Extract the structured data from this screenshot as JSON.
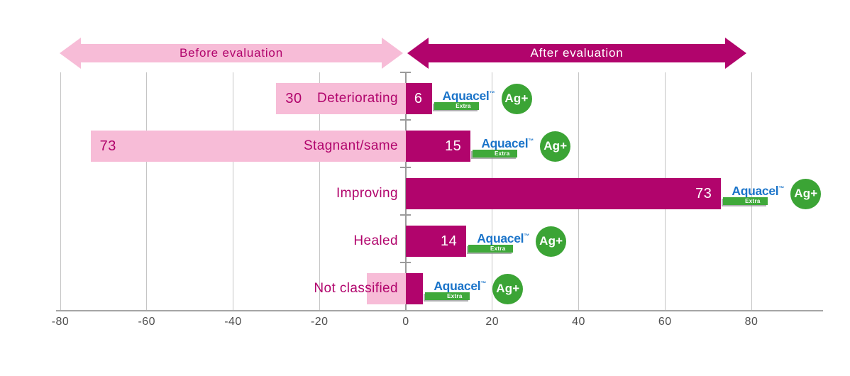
{
  "arrows": {
    "before": {
      "label": "Before evaluation"
    },
    "after": {
      "label": "After evaluation"
    }
  },
  "logo": {
    "brand": "Aquacel",
    "tm": "™",
    "extra": "Extra",
    "badge": "Ag+"
  },
  "chart_data": {
    "type": "bar",
    "orientation": "horizontal",
    "diverging": true,
    "title": "",
    "xlabel": "",
    "ylabel": "",
    "categories": [
      "Deteriorating",
      "Stagnant/same",
      "Improving",
      "Healed",
      "Not classified"
    ],
    "series": [
      {
        "name": "Before evaluation",
        "direction": "left",
        "color": "#f7bcd7",
        "values": [
          30,
          73,
          0,
          0,
          9
        ]
      },
      {
        "name": "After evaluation",
        "direction": "right",
        "color": "#b1046c",
        "values": [
          6,
          15,
          73,
          14,
          4
        ]
      }
    ],
    "bar_value_labels": {
      "before": [
        "30",
        "73",
        "",
        "",
        ""
      ],
      "after": [
        "6",
        "15",
        "73",
        "14",
        ""
      ]
    },
    "xlim": [
      -80,
      80
    ],
    "x_ticks": [
      -80,
      -60,
      -40,
      -20,
      0,
      20,
      40,
      60,
      80
    ],
    "grid": true,
    "legend_position": "top-arrows"
  },
  "colors": {
    "before_pink": "#f7bcd7",
    "after_magenta": "#b1046c",
    "label_text": "#b1046c",
    "after_value_text": "#ffffff",
    "aquacel_blue": "#1b74c9",
    "aquacel_green": "#3fa93a",
    "ag_badge_green": "#3ba435",
    "gridline": "#c5c5c5",
    "axis": "#9b9b9b",
    "tick_text": "#4f4f4f",
    "background": "#ffffff"
  }
}
